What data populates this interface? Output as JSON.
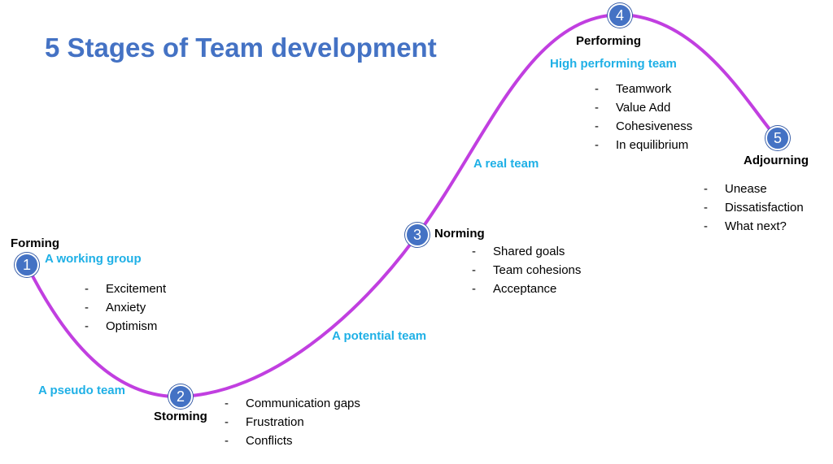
{
  "title": "5 Stages of Team development",
  "colors": {
    "title": "#4472c4",
    "curve": "#c13fe0",
    "marker": "#4472c4",
    "team_label": "#1fb0e6"
  },
  "stages": [
    {
      "number": "1",
      "name": "Forming",
      "team": "A working group",
      "bullets": [
        "Excitement",
        "Anxiety",
        "Optimism"
      ]
    },
    {
      "number": "2",
      "name": "Storming",
      "team": "A pseudo team",
      "bullets": [
        "Communication gaps",
        "Frustration",
        "Conflicts"
      ]
    },
    {
      "number": "3",
      "name": "Norming",
      "team": "A potential team",
      "bullets": [
        "Shared goals",
        "Team cohesions",
        "Acceptance"
      ]
    },
    {
      "number": "4",
      "name": "Performing",
      "team": "High performing team",
      "bullets": [
        "Teamwork",
        "Value Add",
        "Cohesiveness",
        "In equilibrium"
      ]
    },
    {
      "number": "5",
      "name": "Adjourning",
      "team": "",
      "bullets": [
        "Unease",
        "Dissatisfaction",
        "What next?"
      ]
    }
  ],
  "between_labels": [
    "A real team"
  ],
  "bullet_dash": "-"
}
